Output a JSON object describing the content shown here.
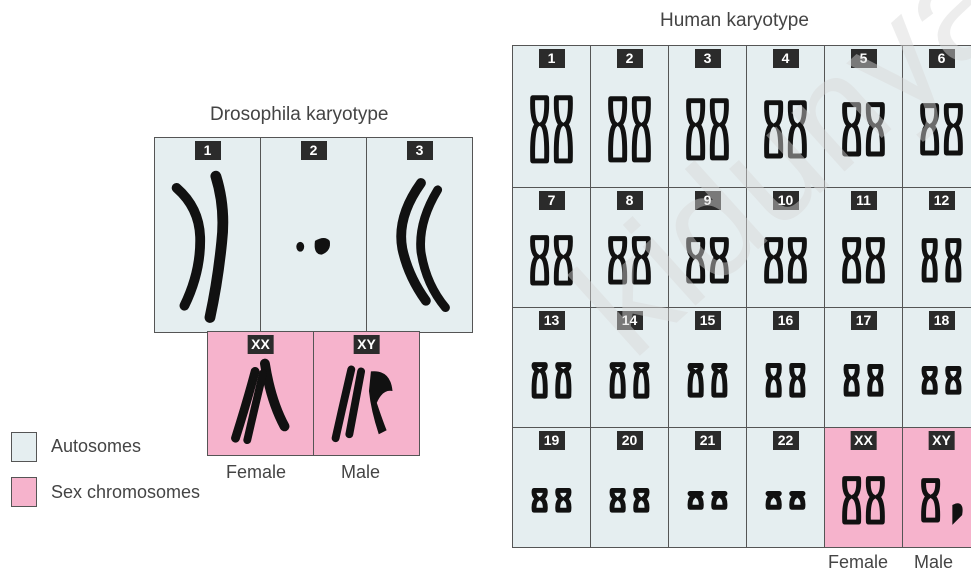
{
  "drosophila": {
    "title": "Drosophila karyotype",
    "autosome_labels": [
      "1",
      "2",
      "3"
    ],
    "sex_labels": [
      "XX",
      "XY"
    ],
    "female_label": "Female",
    "male_label": "Male"
  },
  "human": {
    "title": "Human karyotype",
    "labels": [
      "1",
      "2",
      "3",
      "4",
      "5",
      "6",
      "7",
      "8",
      "9",
      "10",
      "11",
      "12",
      "13",
      "14",
      "15",
      "16",
      "17",
      "18",
      "19",
      "20",
      "21",
      "22",
      "XX",
      "XY"
    ],
    "female_label": "Female",
    "male_label": "Male"
  },
  "legend": {
    "autosomes_label": "Autosomes",
    "sex_label": "Sex chromosomes",
    "autosomes_color": "#e5eef0",
    "sex_color": "#f6b3cc"
  },
  "watermark": "kidunya.co"
}
